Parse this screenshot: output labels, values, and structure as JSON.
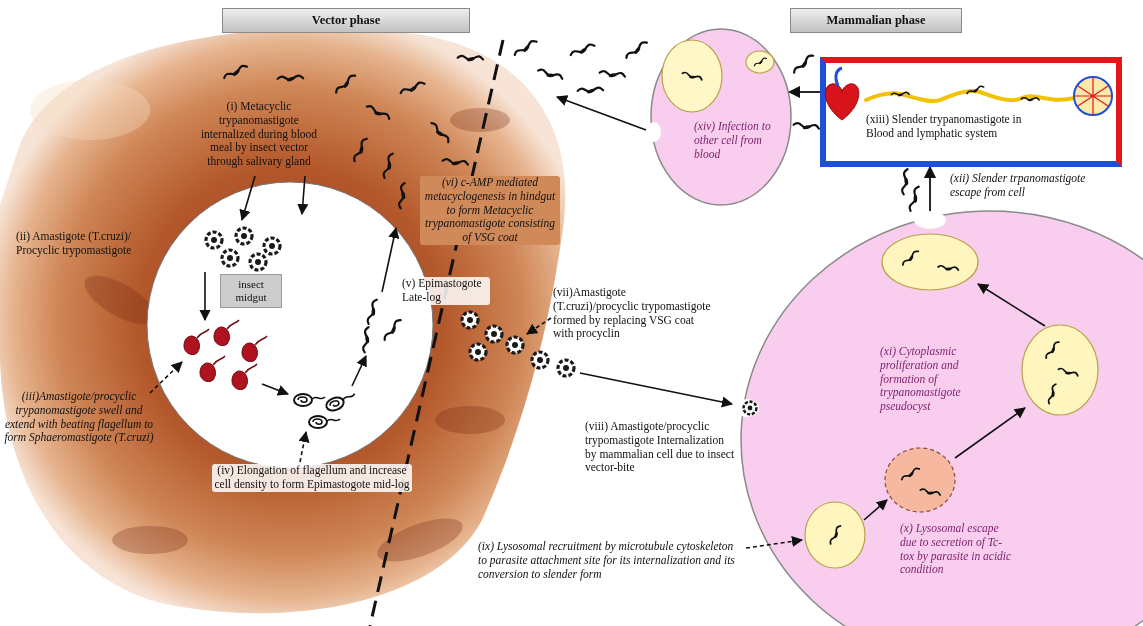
{
  "diagram": {
    "nodes": [
      {
        "text": [
          "Vector phase"
        ]
      },
      {
        "text": [
          "Mammalian phase"
        ]
      },
      {
        "text": [
          "insect midgut"
        ]
      },
      {
        "text": [
          "(xiv) Infection to other cell from blood"
        ]
      },
      {
        "text": [
          "(xiii) Slender trypanomastigote in Blood and lymphatic system"
        ]
      },
      {
        "text": [
          "(xi) Cytoplasmic proliferation and formation of trypanomastigote pseudocyst",
          "(x) Lysosomal escape due to secretion of Tc-tox by parasite in acidic condition"
        ]
      }
    ],
    "edges": [
      {
        "from": 5,
        "to": 4,
        "arrow": "to"
      },
      {
        "from": 4,
        "to": 3,
        "arrow": "to"
      }
    ],
    "labels": [
      "(i) Metacyclic trypanomastigote internalized during blood meal by insect vector through salivary gland",
      "(ii) Amastigote (T.cruzi)/ Procyclic trypomastigote",
      "(iii)Amastigote/procyclic trypanomastigote swell and extend with beating flagellum to form Sphaeromastigote (T.cruzi)",
      "(iv) Elongation of flagellum and increase cell density to form Epimastogote mid-log",
      "(v) Epimastogote Late-log",
      "(vi) c-AMP mediated metacyclogenesis in hindgut to form Metacyclic trypanomastigote consisting of VSG coat",
      "(vii)Amastigote (T.cruzi)/procyclic trypomastigote formed by replacing VSG coat with procyclin",
      "(viii) Amastigote/procyclic trypomastigote Internalization by mammalian cell due to insect vector-bite",
      "(ix) Lysosomal recruitment by microtubule cytoskeleton to parasite attachment site for its internalization and its conversion to slender form",
      "(xii) Slender trpanomastigote escape from cell"
    ]
  }
}
